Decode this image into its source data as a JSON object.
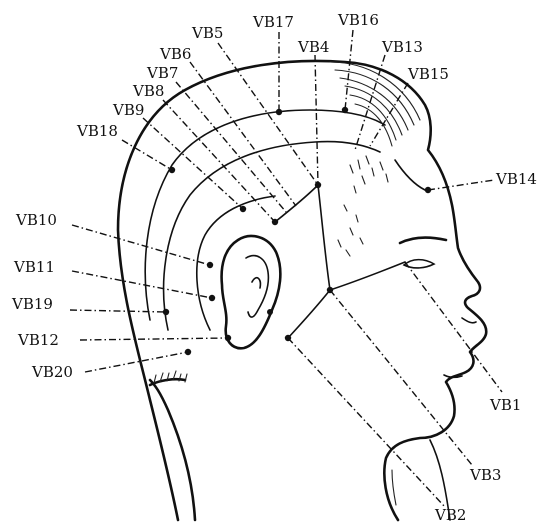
{
  "labels": {
    "vb1": "VB1",
    "vb2": "VB2",
    "vb3": "VB3",
    "vb4": "VB4",
    "vb5": "VB5",
    "vb6": "VB6",
    "vb7": "VB7",
    "vb8": "VB8",
    "vb9": "VB9",
    "vb10": "VB10",
    "vb11": "VB11",
    "vb12": "VB12",
    "vb13": "VB13",
    "vb14": "VB14",
    "vb15": "VB15",
    "vb16": "VB16",
    "vb17": "VB17",
    "vb18": "VB18",
    "vb19": "VB19",
    "vb20": "VB20"
  }
}
